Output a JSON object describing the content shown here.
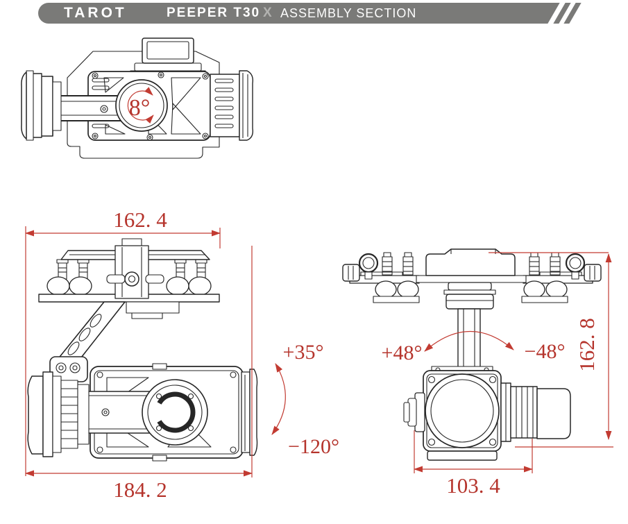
{
  "header": {
    "brand": "TAROT",
    "model": "PEEPER T30",
    "model_suffix": "X",
    "section": "ASSEMBLY SECTION"
  },
  "dimensions": {
    "top_width": "162. 4",
    "overall_length": "184. 2",
    "camera_width": "103. 4",
    "overall_height": "162. 8"
  },
  "angles": {
    "roll": "8°",
    "tilt_up": "+35°",
    "tilt_down": "−120°",
    "pan_left": "+48°",
    "pan_right": "−48°"
  },
  "colors": {
    "header_gray": "#7a7a78",
    "dimension_red": "#b5342c",
    "drawing_line": "#262626"
  }
}
